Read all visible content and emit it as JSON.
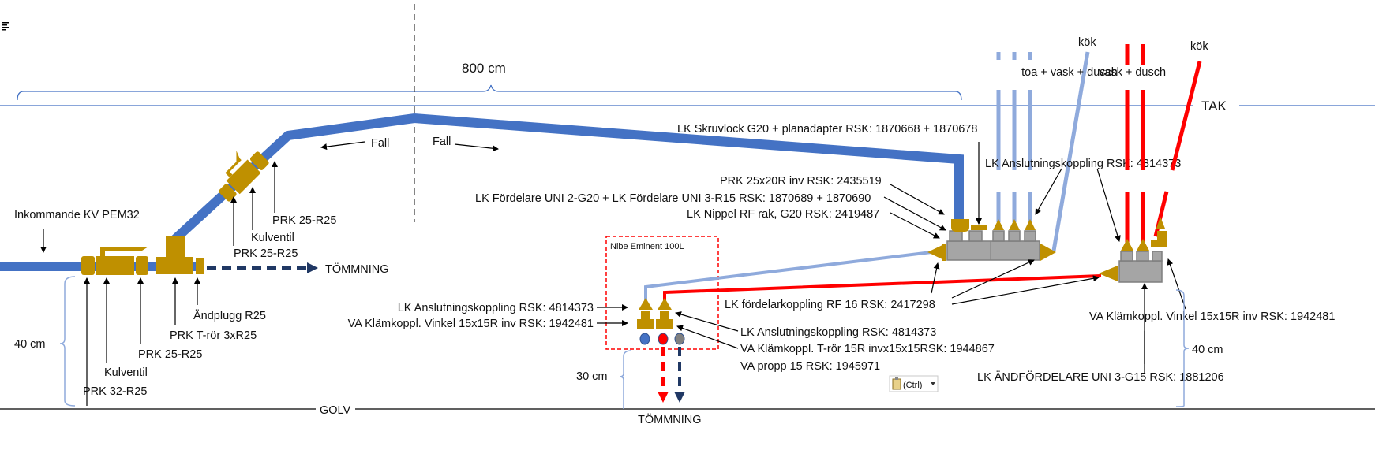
{
  "colors": {
    "main_pipe": "#4472C4",
    "cold_pipe": "#8FAADC",
    "hot_pipe": "#FF0000",
    "fitting": "#BF9000",
    "manifold": "#A5A5A5",
    "drain": "#203864",
    "nibe_box": "#FF0000"
  },
  "dimensions": {
    "width_label": "800 cm",
    "left_height": "40 cm",
    "nibe_height": "30 cm",
    "right_height": "40 cm"
  },
  "levels": {
    "ceiling": "TAK",
    "floor": "GOLV"
  },
  "slope": {
    "left": "Fall",
    "right": "Fall"
  },
  "inlet": {
    "label": "Inkommande KV PEM32",
    "parts": [
      "Ändplugg R25",
      "PRK T-rör 3xR25",
      "PRK 25-R25",
      "Kulventil",
      "PRK 32-R25"
    ],
    "riser_parts": [
      "PRK 25-R25",
      "Kulventil",
      "PRK 25-R25"
    ],
    "drain_label": "TÖMMNING"
  },
  "nibe": {
    "title": "Nibe Eminent 100L",
    "left_labels": [
      "LK Anslutningskoppling  RSK: 4814373",
      "VA Klämkoppl. Vinkel 15x15R inv  RSK: 1942481"
    ],
    "right_labels": [
      "LK Anslutningskoppling  RSK: 4814373",
      "VA Klämkoppl. T-rör 15R invx15x15RSK: 1944867",
      "VA propp 15 RSK: 1945971"
    ],
    "drain_label": "TÖMMNING"
  },
  "cold_manifold": {
    "labels": [
      "LK Skruvlock G20 + planadapter RSK: 1870668 + 1870678",
      "PRK 25x20R inv RSK: 2435519",
      "LK Fördelare UNI 2-G20 + LK Fördelare UNI 3-R15 RSK: 1870689 + 1870690",
      "LK Nippel RF rak, G20 RSK: 2419487"
    ],
    "outlets_label": "toa + vask + dusch",
    "kitchen_label": "kök"
  },
  "shared": {
    "connector": "LK Anslutningskoppling  RSK: 4814373",
    "coupling": "LK fördelarkoppling RF 16 RSK: 2417298"
  },
  "hot_manifold": {
    "outlets_label": "vask + dusch",
    "kitchen_label": "kök",
    "elbow_label": "VA Klämkoppl. Vinkel 15x15R inv  RSK: 1942481",
    "end_label": "LK ÄNDFÖRDELARE UNI 3-G15 RSK: 1881206"
  },
  "paste_widget": {
    "label": "(Ctrl)"
  }
}
